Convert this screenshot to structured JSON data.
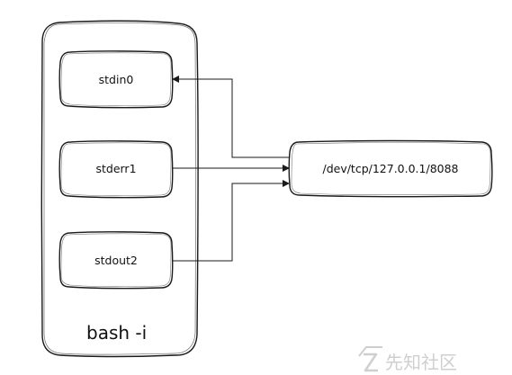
{
  "container": {
    "label": "bash -i"
  },
  "fds": [
    {
      "id": "stdin",
      "label": "stdin0"
    },
    {
      "id": "stderr",
      "label": "stderr1"
    },
    {
      "id": "stdout",
      "label": "stdout2"
    }
  ],
  "target": {
    "label": "/dev/tcp/127.0.0.1/8088"
  },
  "watermark": {
    "text": "先知社区",
    "icon": "logo-icon"
  },
  "colors": {
    "stroke": "#1a1a1a",
    "watermark": "#cfcfcf",
    "background": "#ffffff"
  }
}
